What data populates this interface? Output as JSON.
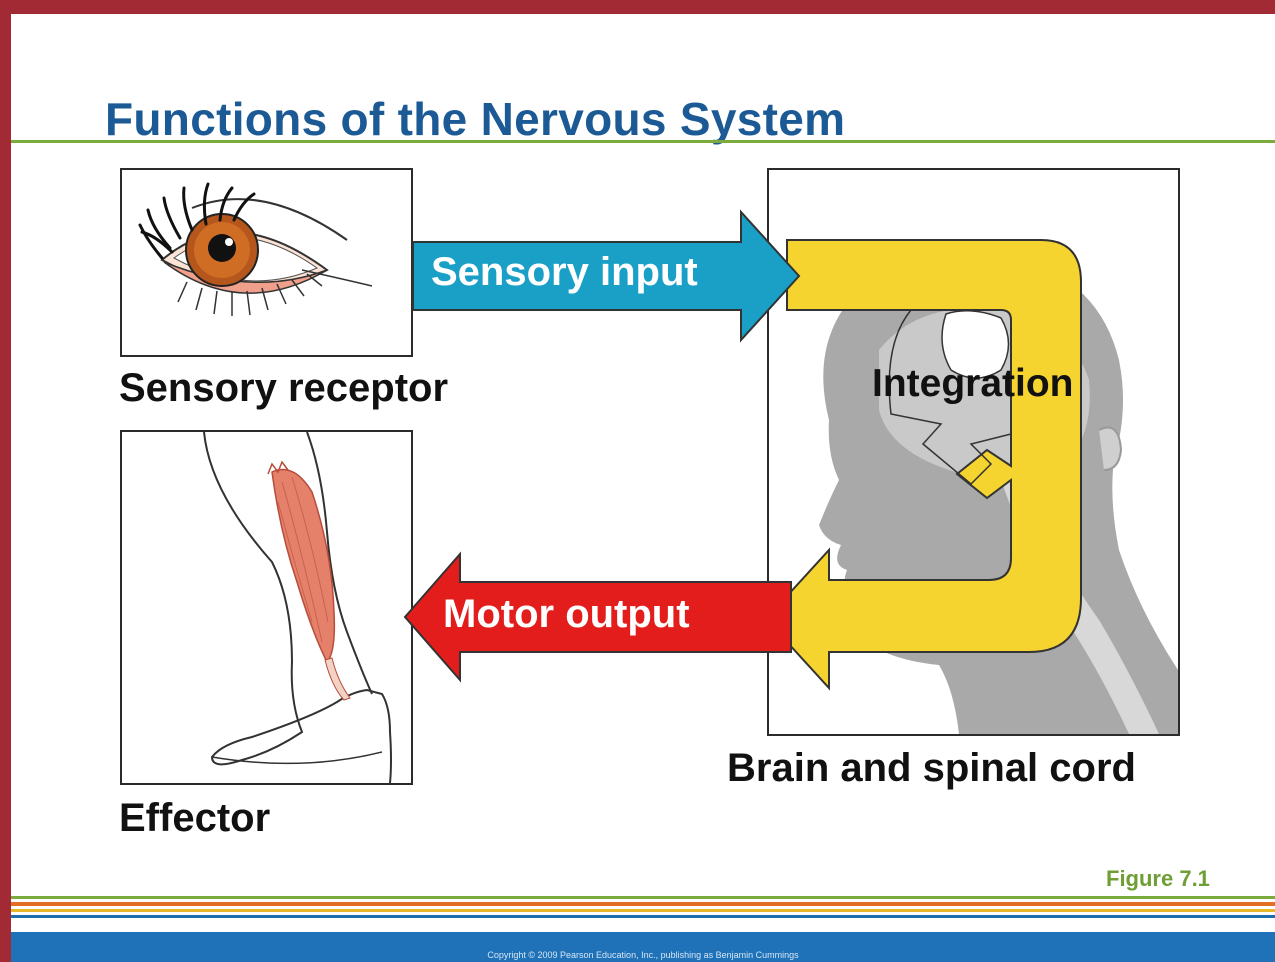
{
  "title": "Functions of the Nervous System",
  "labels": {
    "sensory_receptor": "Sensory receptor",
    "effector": "Effector",
    "brain": "Brain and spinal cord"
  },
  "arrows": {
    "sensory_input": "Sensory input",
    "integration": "Integration",
    "motor_output": "Motor output"
  },
  "figure": "Figure 7.1",
  "copyright": "Copyright © 2009 Pearson Education, Inc., publishing as Benjamin Cummings",
  "colors": {
    "frame": "#a22a35",
    "title": "#1c5a95",
    "sensory_arrow": "#1aa0c7",
    "integration_arrow": "#f6d430",
    "motor_arrow": "#e31c1c",
    "figure_label": "#6f9e35",
    "footer": "#1f72b8"
  },
  "icons": [
    "eye-illustration",
    "leg-muscle-illustration",
    "head-silhouette-illustration"
  ]
}
